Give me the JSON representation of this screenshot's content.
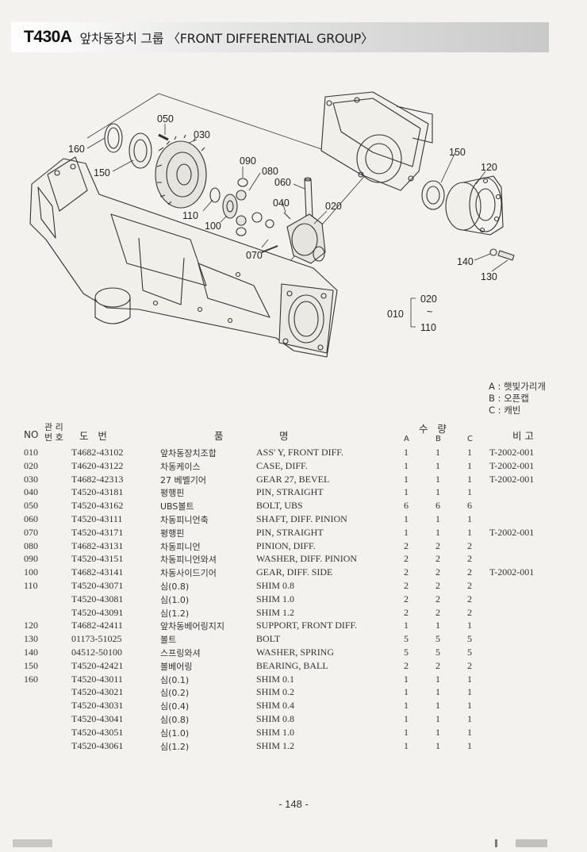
{
  "header": {
    "code": "T430A",
    "title": "앞차동장치 그룹 〈FRONT DIFFERENTIAL GROUP〉"
  },
  "diagram": {
    "callouts": [
      "050",
      "030",
      "160",
      "150",
      "090",
      "080",
      "060",
      "040",
      "020",
      "110",
      "100",
      "070",
      "150",
      "120",
      "140",
      "130"
    ],
    "group_label": "010",
    "group_from": "020",
    "group_tilde": "~",
    "group_to": "110"
  },
  "legend": [
    "A : 햇빛가리개",
    "B : 오픈캡",
    "C : 캐빈"
  ],
  "table": {
    "headers": {
      "no": "NO",
      "mgmt_top": "관 리",
      "mgmt_bottom": "번 호",
      "drawing": "도   번",
      "name_left": "품",
      "name_right": "명",
      "qty": "수   량",
      "a": "A",
      "b": "B",
      "c": "C",
      "remarks": "비 고"
    },
    "rows": [
      {
        "no": "010",
        "part": "T4682-43102",
        "kr": "앞차동장치조합",
        "en": "ASS' Y, FRONT DIFF.",
        "a": "1",
        "b": "1",
        "c": "1",
        "rem": "T-2002-001"
      },
      {
        "no": "020",
        "part": "T4620-43122",
        "kr": "차동케이스",
        "en": "CASE, DIFF.",
        "a": "1",
        "b": "1",
        "c": "1",
        "rem": "T-2002-001"
      },
      {
        "no": "030",
        "part": "T4682-42313",
        "kr": "27 베벨기어",
        "en": "GEAR 27, BEVEL",
        "a": "1",
        "b": "1",
        "c": "1",
        "rem": "T-2002-001"
      },
      {
        "no": "040",
        "part": "T4520-43181",
        "kr": "평행핀",
        "en": "PIN, STRAIGHT",
        "a": "1",
        "b": "1",
        "c": "1",
        "rem": ""
      },
      {
        "no": "050",
        "part": "T4520-43162",
        "kr": "UBS볼트",
        "en": "BOLT, UBS",
        "a": "6",
        "b": "6",
        "c": "6",
        "rem": ""
      },
      {
        "no": "060",
        "part": "T4520-43111",
        "kr": "차동피니언축",
        "en": "SHAFT, DIFF. PINION",
        "a": "1",
        "b": "1",
        "c": "1",
        "rem": ""
      },
      {
        "no": "070",
        "part": "T4520-43171",
        "kr": "평행핀",
        "en": "PIN, STRAIGHT",
        "a": "1",
        "b": "1",
        "c": "1",
        "rem": "T-2002-001"
      },
      {
        "no": "080",
        "part": "T4682-43131",
        "kr": "차동피니언",
        "en": "PINION, DIFF.",
        "a": "2",
        "b": "2",
        "c": "2",
        "rem": ""
      },
      {
        "no": "090",
        "part": "T4520-43151",
        "kr": "차동피니언와셔",
        "en": "WASHER, DIFF. PINION",
        "a": "2",
        "b": "2",
        "c": "2",
        "rem": ""
      },
      {
        "no": "100",
        "part": "T4682-43141",
        "kr": "차동사이드기어",
        "en": "GEAR, DIFF. SIDE",
        "a": "2",
        "b": "2",
        "c": "2",
        "rem": "T-2002-001"
      },
      {
        "no": "110",
        "part": "T4520-43071",
        "kr": "심(0.8)",
        "en": "SHIM 0.8",
        "a": "2",
        "b": "2",
        "c": "2",
        "rem": ""
      },
      {
        "no": "",
        "part": "T4520-43081",
        "kr": "심(1.0)",
        "en": "SHIM 1.0",
        "a": "2",
        "b": "2",
        "c": "2",
        "rem": ""
      },
      {
        "no": "",
        "part": "T4520-43091",
        "kr": "심(1.2)",
        "en": "SHIM 1.2",
        "a": "2",
        "b": "2",
        "c": "2",
        "rem": ""
      },
      {
        "no": "120",
        "part": "T4682-42411",
        "kr": "앞차동베어링지지",
        "en": "SUPPORT, FRONT DIFF.",
        "a": "1",
        "b": "1",
        "c": "1",
        "rem": ""
      },
      {
        "no": "130",
        "part": "01173-51025",
        "kr": "볼트",
        "en": "BOLT",
        "a": "5",
        "b": "5",
        "c": "5",
        "rem": ""
      },
      {
        "no": "140",
        "part": "04512-50100",
        "kr": "스프링와셔",
        "en": "WASHER, SPRING",
        "a": "5",
        "b": "5",
        "c": "5",
        "rem": ""
      },
      {
        "no": "150",
        "part": "T4520-42421",
        "kr": "볼베어링",
        "en": "BEARING, BALL",
        "a": "2",
        "b": "2",
        "c": "2",
        "rem": ""
      },
      {
        "no": "160",
        "part": "T4520-43011",
        "kr": "심(0.1)",
        "en": "SHIM 0.1",
        "a": "1",
        "b": "1",
        "c": "1",
        "rem": ""
      },
      {
        "no": "",
        "part": "T4520-43021",
        "kr": "심(0.2)",
        "en": "SHIM 0.2",
        "a": "1",
        "b": "1",
        "c": "1",
        "rem": ""
      },
      {
        "no": "",
        "part": "T4520-43031",
        "kr": "심(0.4)",
        "en": "SHIM 0.4",
        "a": "1",
        "b": "1",
        "c": "1",
        "rem": ""
      },
      {
        "no": "",
        "part": "T4520-43041",
        "kr": "심(0.8)",
        "en": "SHIM 0.8",
        "a": "1",
        "b": "1",
        "c": "1",
        "rem": ""
      },
      {
        "no": "",
        "part": "T4520-43051",
        "kr": "심(1.0)",
        "en": "SHIM 1.0",
        "a": "1",
        "b": "1",
        "c": "1",
        "rem": ""
      },
      {
        "no": "",
        "part": "T4520-43061",
        "kr": "심(1.2)",
        "en": "SHIM 1.2",
        "a": "1",
        "b": "1",
        "c": "1",
        "rem": ""
      }
    ]
  },
  "footer": {
    "page": "- 148 -"
  }
}
